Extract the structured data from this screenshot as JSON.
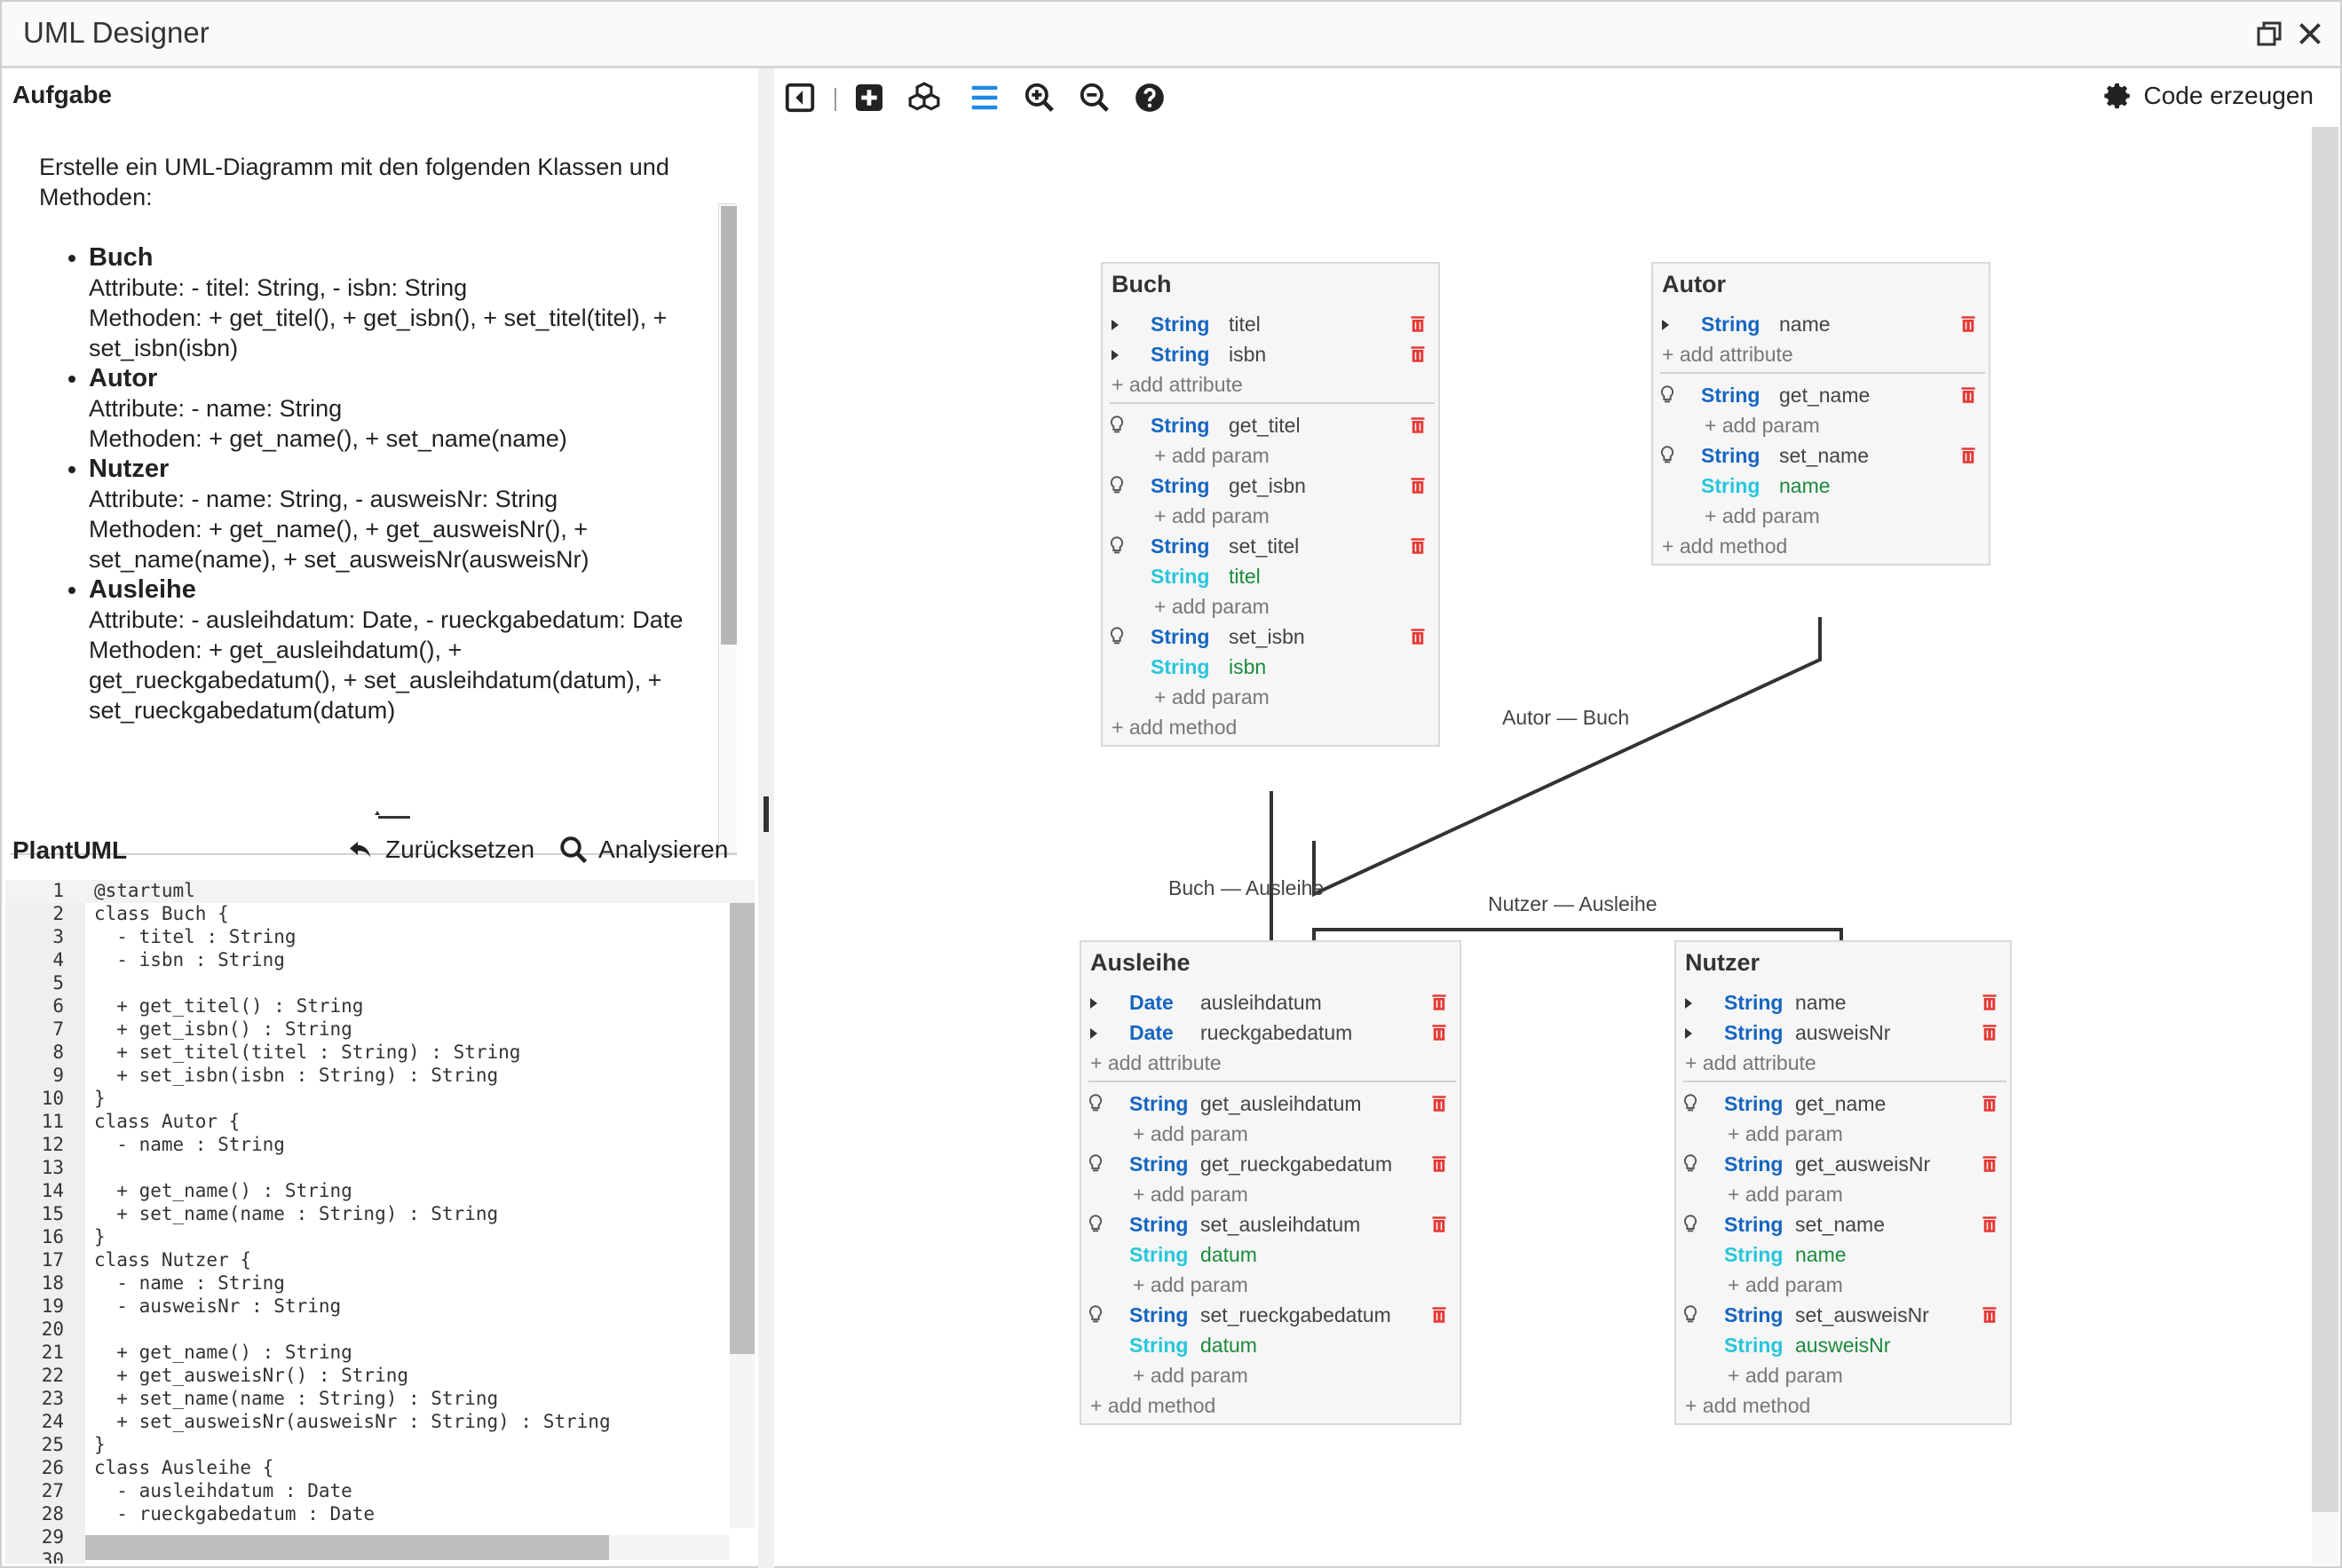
{
  "window": {
    "title": "UML Designer"
  },
  "task": {
    "header": "Aufgabe",
    "intro": "Erstelle ein UML-Diagramm mit den folgenden Klassen und Methoden:",
    "items": [
      {
        "name": "Buch",
        "lines": [
          "Attribute: - titel: String, - isbn: String",
          "Methoden: + get_titel(), + get_isbn(), + set_titel(titel), + set_isbn(isbn)"
        ]
      },
      {
        "name": "Autor",
        "lines": [
          "Attribute: - name: String",
          "Methoden: + get_name(), + set_name(name)"
        ]
      },
      {
        "name": "Nutzer",
        "lines": [
          "Attribute: - name: String, - ausweisNr: String",
          "Methoden: + get_name(), + get_ausweisNr(), + set_name(name), + set_ausweisNr(ausweisNr)"
        ]
      },
      {
        "name": "Ausleihe",
        "lines": [
          "Attribute: - ausleihdatum: Date, - rueckgabedatum: Date",
          "Methoden: + get_ausleihdatum(), + get_rueckgabedatum(), + set_ausleihdatum(datum), + set_rueckgabedatum(datum)"
        ]
      }
    ]
  },
  "plantuml": {
    "header": "PlantUML",
    "reset_label": "Zurücksetzen",
    "analyze_label": "Analysieren",
    "lines": [
      "@startuml",
      "class Buch {",
      "  - titel : String",
      "  - isbn : String",
      "",
      "  + get_titel() : String",
      "  + get_isbn() : String",
      "  + set_titel(titel : String) : String",
      "  + set_isbn(isbn : String) : String",
      "}",
      "class Autor {",
      "  - name : String",
      "",
      "  + get_name() : String",
      "  + set_name(name : String) : String",
      "}",
      "class Nutzer {",
      "  - name : String",
      "  - ausweisNr : String",
      "",
      "  + get_name() : String",
      "  + get_ausweisNr() : String",
      "  + set_name(name : String) : String",
      "  + set_ausweisNr(ausweisNr : String) : String",
      "}",
      "class Ausleihe {",
      "  - ausleihdatum : Date",
      "  - rueckgabedatum : Date",
      "",
      ""
    ]
  },
  "toolbar": {
    "generate_label": "Code erzeugen"
  },
  "diagram": {
    "labels": {
      "add_attribute": "+ add attribute",
      "add_method": "+ add method",
      "add_param": "+ add param"
    },
    "connections": [
      "Autor — Buch",
      "Buch — Ausleihe",
      "Nutzer — Ausleihe"
    ],
    "classes": [
      {
        "name": "Buch",
        "attributes": [
          {
            "type": "String",
            "name": "titel"
          },
          {
            "type": "String",
            "name": "isbn"
          }
        ],
        "methods": [
          {
            "type": "String",
            "name": "get_titel",
            "params": []
          },
          {
            "type": "String",
            "name": "get_isbn",
            "params": []
          },
          {
            "type": "String",
            "name": "set_titel",
            "params": [
              {
                "type": "String",
                "name": "titel"
              }
            ]
          },
          {
            "type": "String",
            "name": "set_isbn",
            "params": [
              {
                "type": "String",
                "name": "isbn"
              }
            ]
          }
        ]
      },
      {
        "name": "Autor",
        "attributes": [
          {
            "type": "String",
            "name": "name"
          }
        ],
        "methods": [
          {
            "type": "String",
            "name": "get_name",
            "params": []
          },
          {
            "type": "String",
            "name": "set_name",
            "params": [
              {
                "type": "String",
                "name": "name"
              }
            ]
          }
        ]
      },
      {
        "name": "Ausleihe",
        "attributes": [
          {
            "type": "Date",
            "name": "ausleihdatum"
          },
          {
            "type": "Date",
            "name": "rueckgabedatum"
          }
        ],
        "methods": [
          {
            "type": "String",
            "name": "get_ausleihdatum",
            "params": []
          },
          {
            "type": "String",
            "name": "get_rueckgabedatum",
            "params": []
          },
          {
            "type": "String",
            "name": "set_ausleihdatum",
            "params": [
              {
                "type": "String",
                "name": "datum"
              }
            ]
          },
          {
            "type": "String",
            "name": "set_rueckgabedatum",
            "params": [
              {
                "type": "String",
                "name": "datum"
              }
            ]
          }
        ]
      },
      {
        "name": "Nutzer",
        "attributes": [
          {
            "type": "String",
            "name": "name"
          },
          {
            "type": "String",
            "name": "ausweisNr"
          }
        ],
        "methods": [
          {
            "type": "String",
            "name": "get_name",
            "params": []
          },
          {
            "type": "String",
            "name": "get_ausweisNr",
            "params": []
          },
          {
            "type": "String",
            "name": "set_name",
            "params": [
              {
                "type": "String",
                "name": "name"
              }
            ]
          },
          {
            "type": "String",
            "name": "set_ausweisNr",
            "params": [
              {
                "type": "String",
                "name": "ausweisNr"
              }
            ]
          }
        ]
      }
    ]
  },
  "colors": {
    "type": "#1565c0",
    "param_type": "#26c6da",
    "param_name": "#1b8a3c",
    "trash": "#e53935",
    "toolbar_accent": "#1e88e5"
  }
}
